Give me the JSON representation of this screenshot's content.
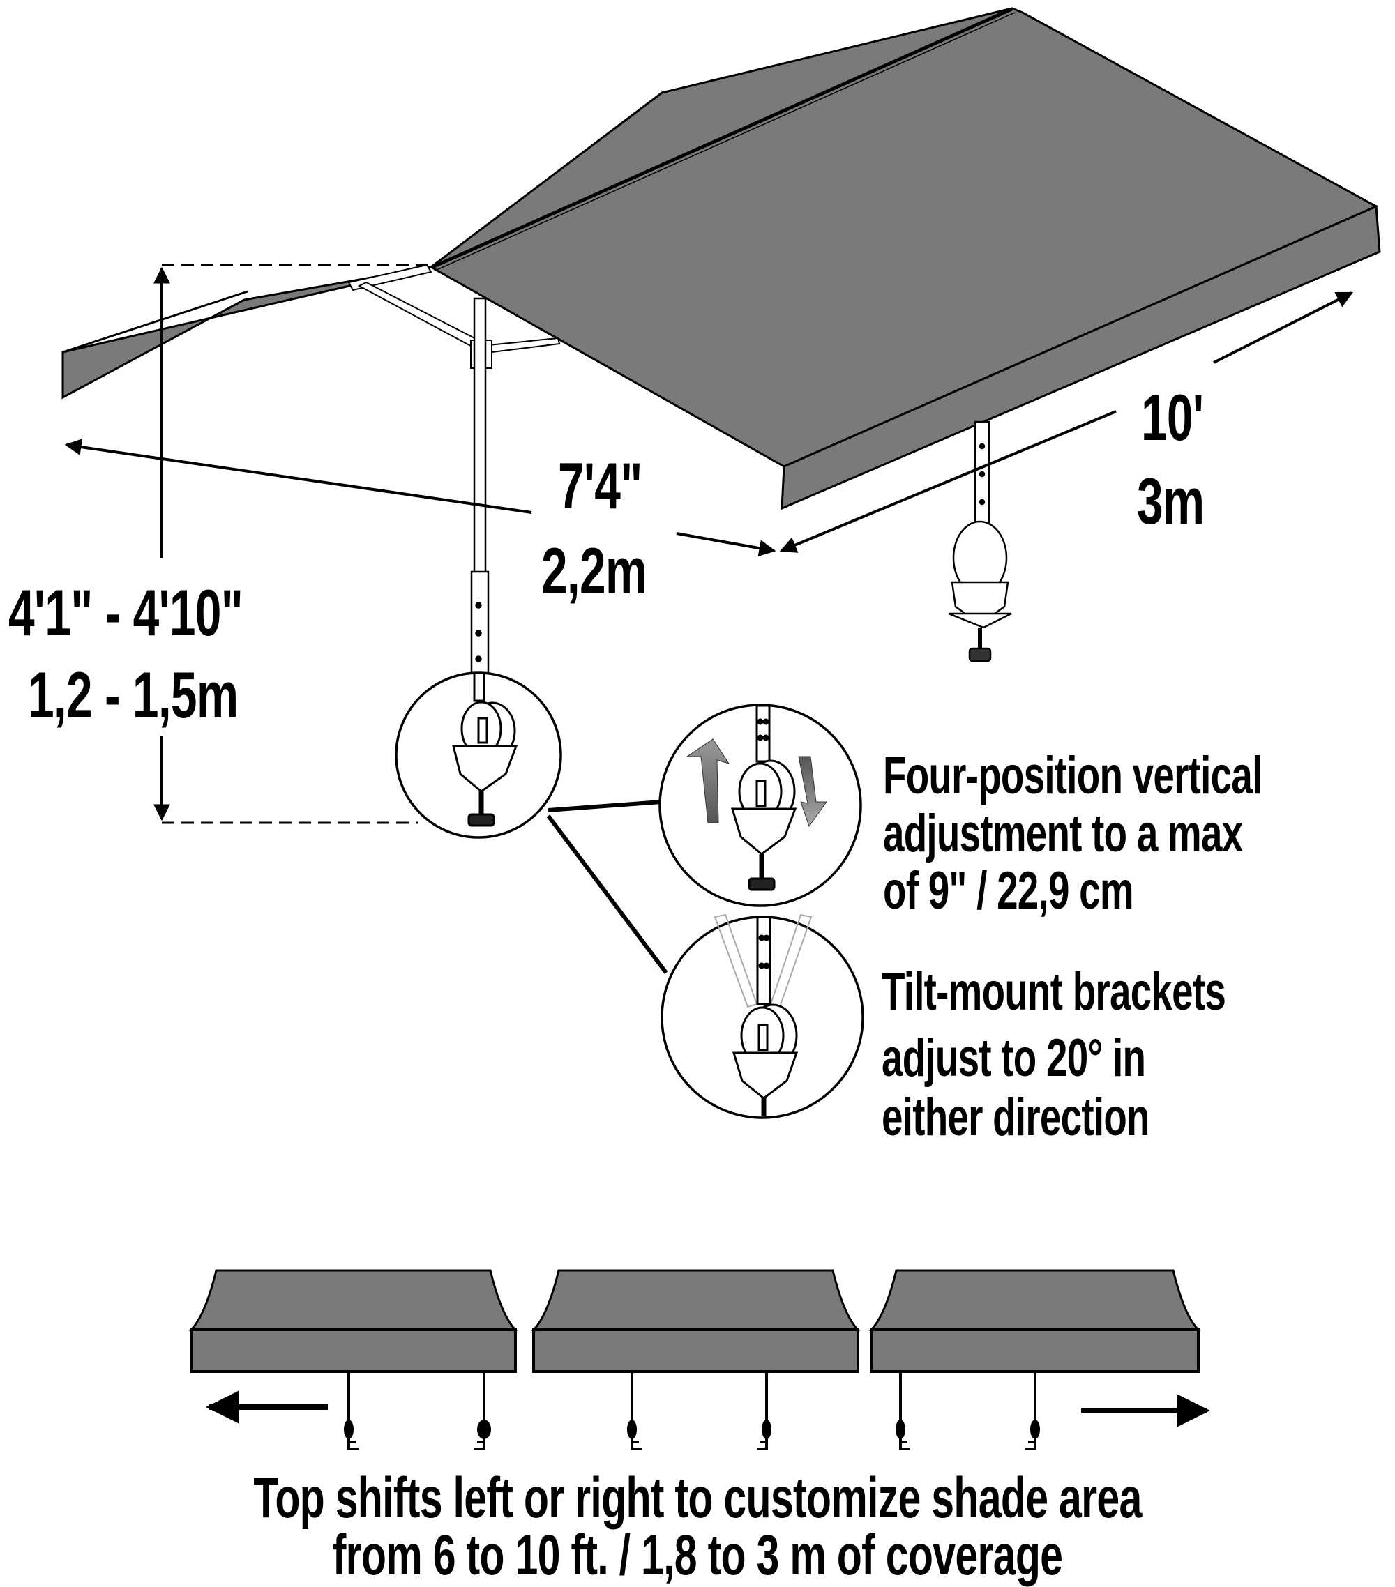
{
  "colors": {
    "canopy_fill": "#7a7a7a",
    "outline": "#000000",
    "background": "#ffffff",
    "arrow_gray": "#6e6e6e"
  },
  "dimensions": {
    "length_imperial": "10'",
    "length_metric": "3m",
    "width_imperial": "7'4\"",
    "width_metric": "2,2m",
    "height_imperial": "4'1\" - 4'10\"",
    "height_metric": "1,2 - 1,5m"
  },
  "features": [
    {
      "lines": [
        "Four-position vertical",
        "adjustment to a max",
        "of 9\" / 22,9 cm"
      ],
      "icon": "vertical-adjust-detail"
    },
    {
      "lines": [
        "Tilt-mount brackets",
        "adjust to 20° in",
        "either direction"
      ],
      "icon": "tilt-bracket-detail"
    }
  ],
  "shift_positions": [
    "shifted-left",
    "centered",
    "shifted-right"
  ],
  "caption": {
    "line1": "Top shifts left or right to customize shade area",
    "line2": "from  6 to 10 ft. / 1,8 to 3 m of coverage"
  }
}
